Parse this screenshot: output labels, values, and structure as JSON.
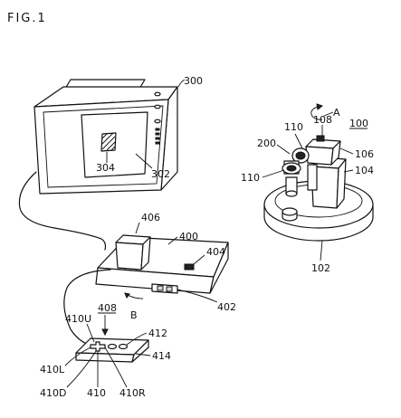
{
  "figure": {
    "title": "FIG.1"
  },
  "labels": {
    "monitor": "300",
    "screen": "302",
    "cursor": "304",
    "robot_ref": "100",
    "arm_top": "108",
    "arm_left": "110",
    "head": "200",
    "head_side": "110",
    "body_side": "106",
    "body": "104",
    "turntable": "102",
    "rotation": "A",
    "console": "400",
    "console_top": "406",
    "console_button": "404",
    "console_pad": "402",
    "cable_dir": "B",
    "controller_group": "408",
    "dpad_up": "410U",
    "buttons": "412",
    "controller_side": "414",
    "dpad_left": "410L",
    "dpad_down": "410D",
    "dpad": "410",
    "dpad_right": "410R"
  }
}
